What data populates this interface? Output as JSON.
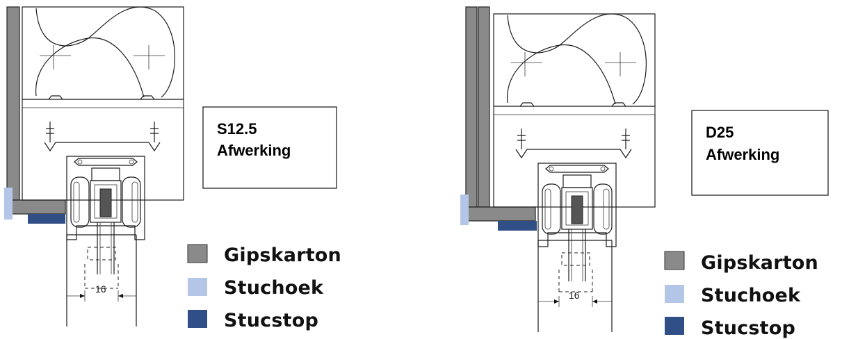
{
  "panels": [
    {
      "finish_line1": "S12.5",
      "finish_line2": "Afwerking",
      "dimension": "16"
    },
    {
      "finish_line1": "D25",
      "finish_line2": "Afwerking",
      "dimension": "16"
    }
  ],
  "legend": {
    "items": [
      {
        "label": "Gipskarton",
        "color": "#8a8a8a"
      },
      {
        "label": "Stuchoek",
        "color": "#b4c6e7"
      },
      {
        "label": "Stucstop",
        "color": "#2f4f86"
      }
    ]
  }
}
